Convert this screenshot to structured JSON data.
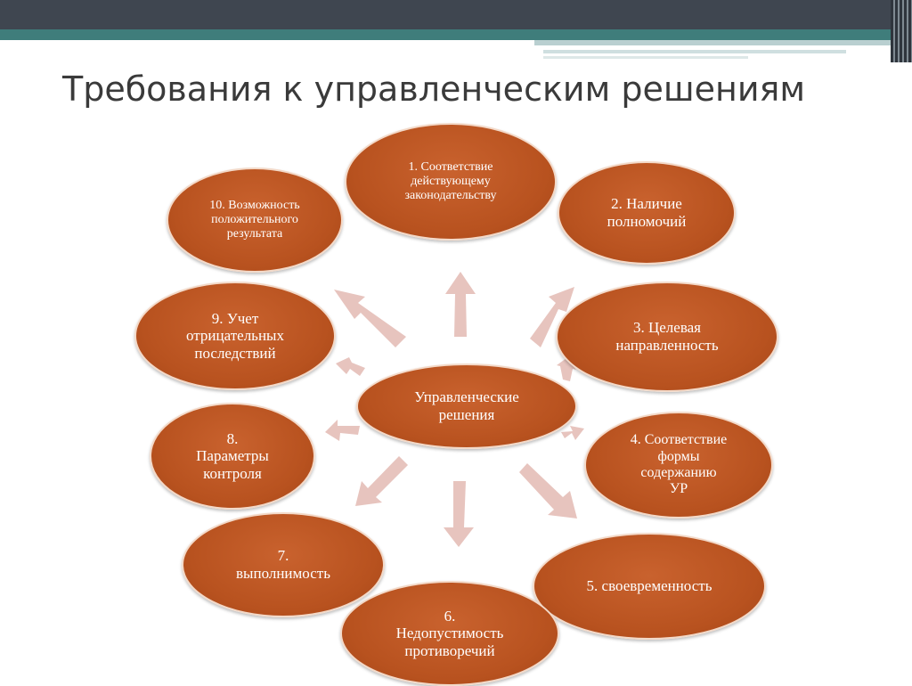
{
  "title": "Требования к управленческим решениям",
  "colors": {
    "node_fill": "#b8521f",
    "arrow_fill": "#e7c4be",
    "top_band_dark": "#3f4650",
    "top_band_teal": "#3f7d7b"
  },
  "center": "Управленческие\nрешения",
  "nodes": [
    "1. Соответствие\nдействующему\nзаконодательству",
    "2. Наличие\nполномочий",
    "3. Целевая\nнаправленность",
    "4. Соответствие\nформы\nсодержанию\nУР",
    "5. своевременность",
    "6.\nНедопустимость\nпротиворечий",
    "7.\nвыполнимость",
    "8.\nПараметры\nконтроля",
    "9. Учет\nотрицательных\nпоследствий",
    "10. Возможность\nположительного\nрезультата"
  ]
}
